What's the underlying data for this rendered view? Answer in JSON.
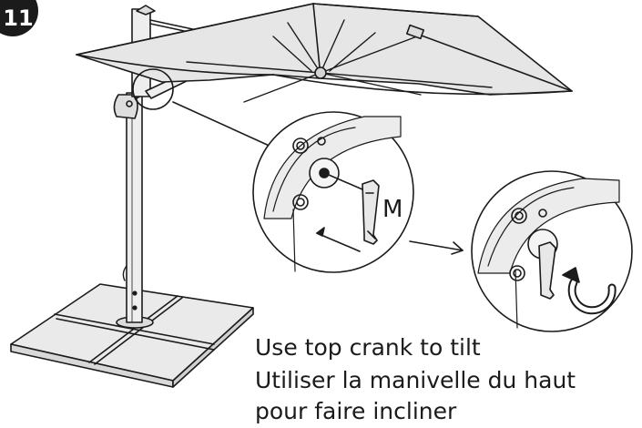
{
  "step": {
    "number": "11"
  },
  "callout": {
    "label": "M"
  },
  "captions": {
    "english": "Use top crank to tilt",
    "french_line1": "Utiliser la manivelle du haut",
    "french_line2": "pour faire incliner"
  },
  "colors": {
    "line": "#1b1b1b",
    "canopy": "#e6e6e6",
    "pole": "#eeeeee",
    "base": "#eaeaea"
  }
}
